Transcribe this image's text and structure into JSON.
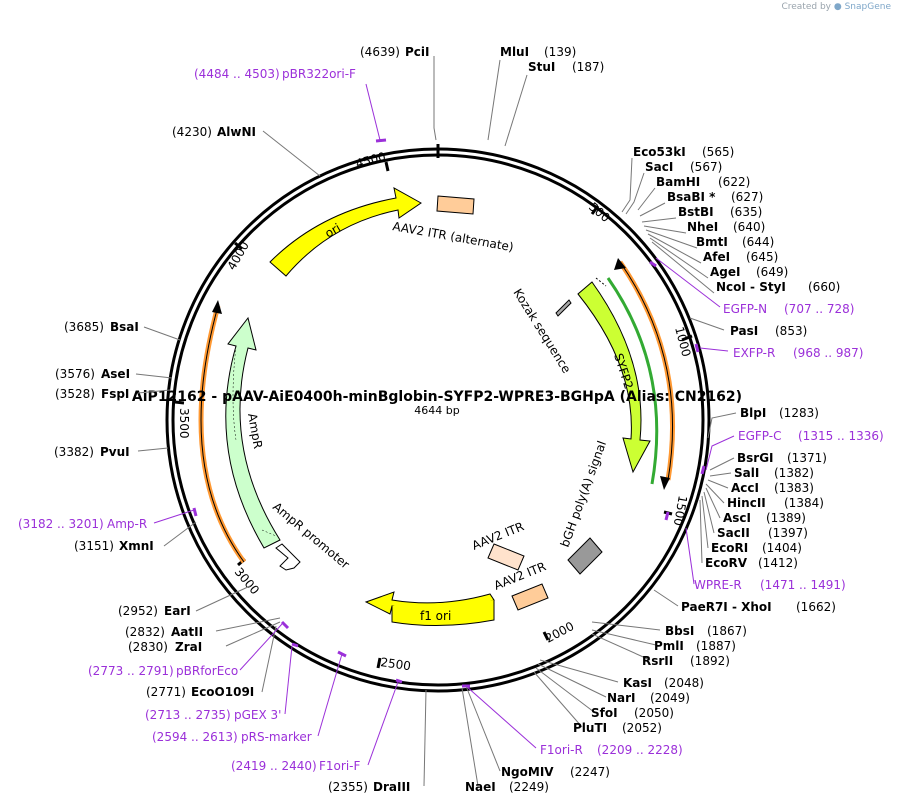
{
  "credit": {
    "prefix": "Created by",
    "brand": "SnapGene"
  },
  "title": "AiP12162 - pAAV-AiE0400h-minBglobin-SYFP2-WPRE3-BGHpA (Alias: CN2162)",
  "size": "4644 bp",
  "ticks": [
    "500",
    "1000",
    "1500",
    "2000",
    "2500",
    "3000",
    "3500",
    "4000",
    "4500"
  ],
  "features": {
    "ori": "ori",
    "itr_alt": "AAV2 ITR (alternate)",
    "kozak": "Kozak sequence",
    "syfp2": "SYFP2",
    "bgh": "bGH poly(A) signal",
    "itr1": "AAV2 ITR",
    "itr2": "AAV2 ITR",
    "f1ori": "f1 ori",
    "ampr": "AmpR",
    "ampr_promoter": "AmpR promoter"
  },
  "enzymes": [
    {
      "pos": "(4639)",
      "name": "PciI"
    },
    {
      "pos": "(139)",
      "name": "MluI"
    },
    {
      "pos": "(187)",
      "name": "StuI"
    },
    {
      "pos": "(565)",
      "name": "Eco53kI"
    },
    {
      "pos": "(567)",
      "name": "SacI"
    },
    {
      "pos": "(622)",
      "name": "BamHI"
    },
    {
      "pos": "(627)",
      "name": "BsaBI *"
    },
    {
      "pos": "(635)",
      "name": "BstBI"
    },
    {
      "pos": "(640)",
      "name": "NheI"
    },
    {
      "pos": "(644)",
      "name": "BmtI"
    },
    {
      "pos": "(645)",
      "name": "AfeI"
    },
    {
      "pos": "(649)",
      "name": "AgeI"
    },
    {
      "pos": "(660)",
      "name": "NcoI  -  StyI"
    },
    {
      "pos": "(853)",
      "name": "PasI"
    },
    {
      "pos": "(1283)",
      "name": "BlpI"
    },
    {
      "pos": "(1371)",
      "name": "BsrGI"
    },
    {
      "pos": "(1382)",
      "name": "SalI"
    },
    {
      "pos": "(1383)",
      "name": "AccI"
    },
    {
      "pos": "(1384)",
      "name": "HincII"
    },
    {
      "pos": "(1389)",
      "name": "AscI"
    },
    {
      "pos": "(1397)",
      "name": "SacII"
    },
    {
      "pos": "(1404)",
      "name": "EcoRI"
    },
    {
      "pos": "(1412)",
      "name": "EcoRV"
    },
    {
      "pos": "(1662)",
      "name": "PaeR7I  -  XhoI"
    },
    {
      "pos": "(1867)",
      "name": "BbsI"
    },
    {
      "pos": "(1887)",
      "name": "PmlI"
    },
    {
      "pos": "(1892)",
      "name": "RsrII"
    },
    {
      "pos": "(2048)",
      "name": "KasI"
    },
    {
      "pos": "(2049)",
      "name": "NarI"
    },
    {
      "pos": "(2050)",
      "name": "SfoI"
    },
    {
      "pos": "(2052)",
      "name": "PluTI"
    },
    {
      "pos": "(2247)",
      "name": "NgoMIV"
    },
    {
      "pos": "(2249)",
      "name": "NaeI"
    },
    {
      "pos": "(2355)",
      "name": "DraIII"
    },
    {
      "pos": "(2771)",
      "name": "EcoO109I"
    },
    {
      "pos": "(2830)",
      "name": "ZraI"
    },
    {
      "pos": "(2832)",
      "name": "AatII"
    },
    {
      "pos": "(2952)",
      "name": "EarI"
    },
    {
      "pos": "(3151)",
      "name": "XmnI"
    },
    {
      "pos": "(3382)",
      "name": "PvuI"
    },
    {
      "pos": "(3528)",
      "name": "FspI"
    },
    {
      "pos": "(3576)",
      "name": "AseI"
    },
    {
      "pos": "(3685)",
      "name": "BsaI"
    },
    {
      "pos": "(4230)",
      "name": "AlwNI"
    }
  ],
  "primers": [
    {
      "range": "(4484 .. 4503)",
      "name": "pBR322ori-F"
    },
    {
      "range": "(707 .. 728)",
      "name": "EGFP-N"
    },
    {
      "range": "(968 .. 987)",
      "name": "EXFP-R"
    },
    {
      "range": "(1315 .. 1336)",
      "name": "EGFP-C"
    },
    {
      "range": "(1471 .. 1491)",
      "name": "WPRE-R"
    },
    {
      "range": "(2209 .. 2228)",
      "name": "F1ori-R"
    },
    {
      "range": "(2773 .. 2791)",
      "name": "pBRforEco"
    },
    {
      "range": "(2713 .. 2735)",
      "name": "pGEX 3'"
    },
    {
      "range": "(2594 .. 2613)",
      "name": "pRS-marker"
    },
    {
      "range": "(2419 .. 2440)",
      "name": "F1ori-F"
    },
    {
      "range": "(3182 .. 3201)",
      "name": "Amp-R"
    }
  ],
  "colors": {
    "ori": "#ffff00",
    "itr": "#ffcc99",
    "syfp2": "#ccff33",
    "bgh": "#999999",
    "ampr": "#ccffcc",
    "primer": "#9b30d9",
    "orange_track": "#ff9933",
    "green_track": "#33aa33"
  }
}
